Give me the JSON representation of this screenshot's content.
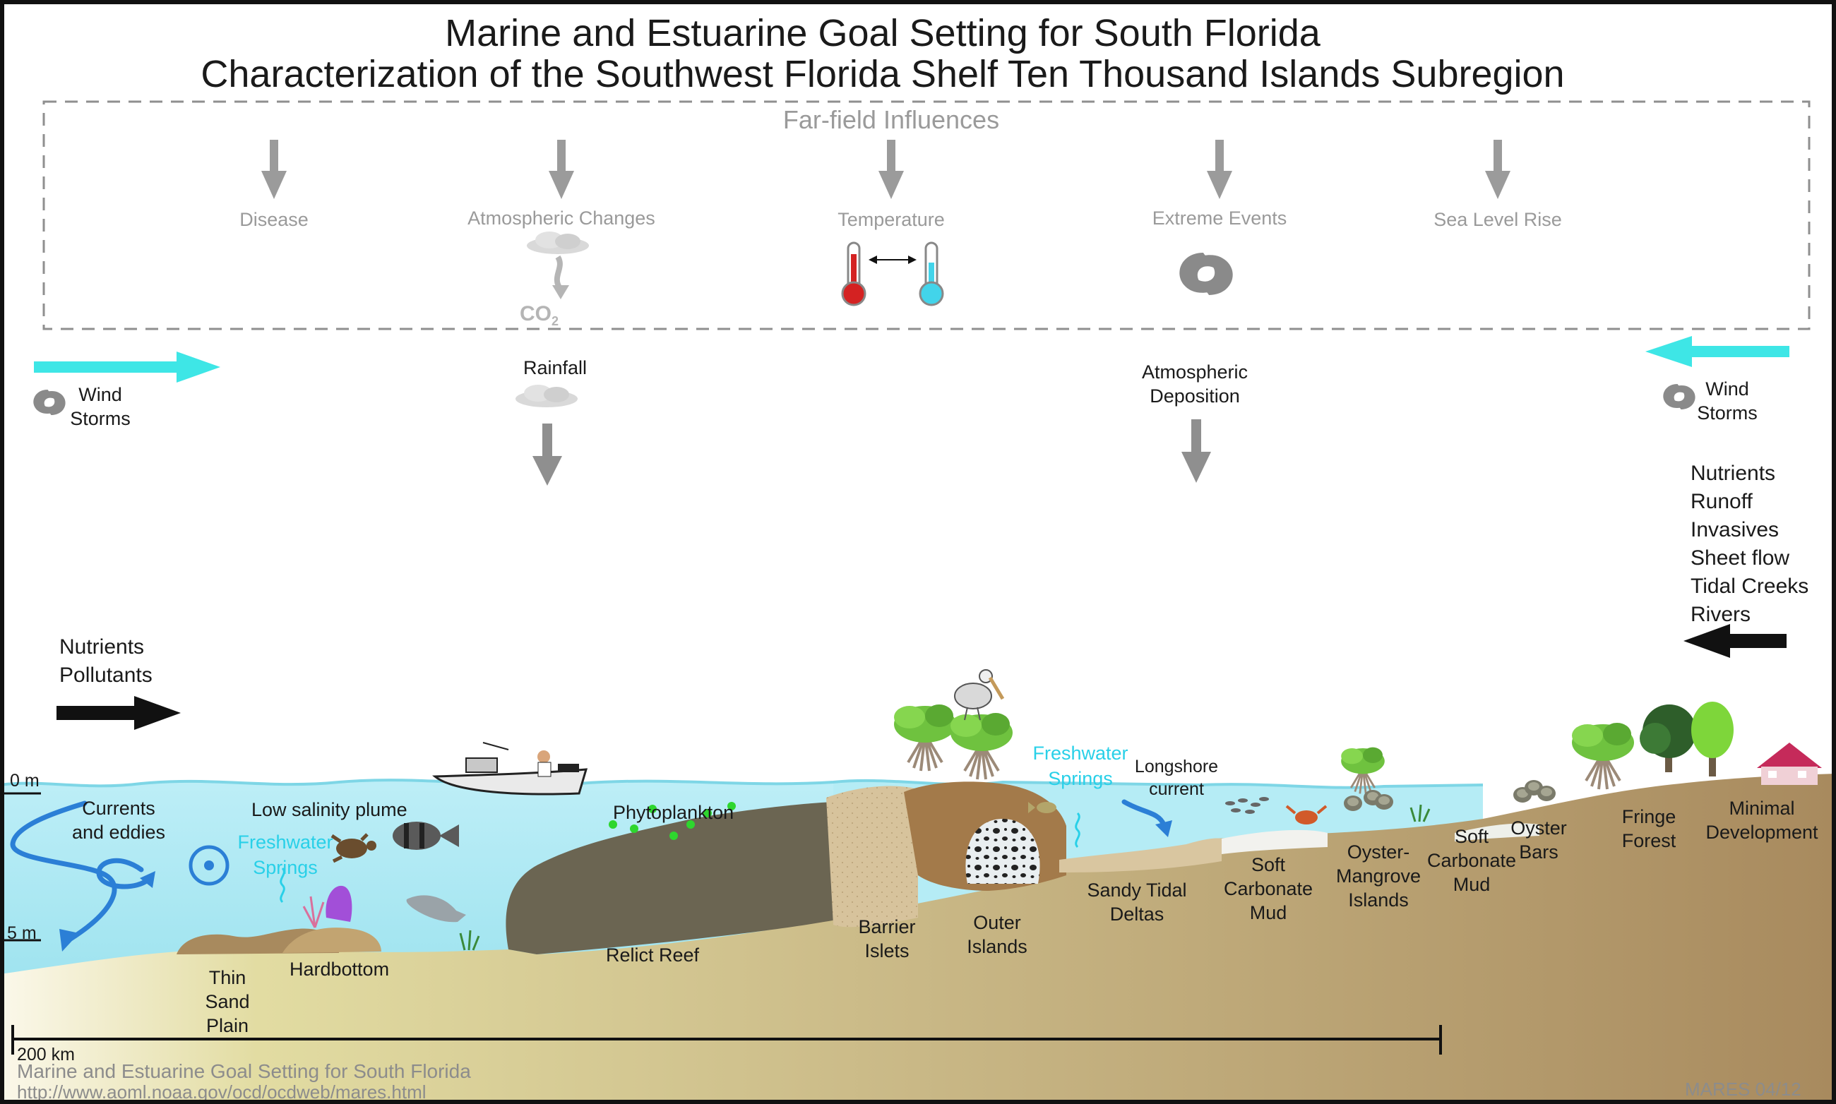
{
  "title": {
    "line1": "Marine and Estuarine Goal Setting for South Florida",
    "line2": "Characterization of the Southwest Florida Shelf Ten Thousand Islands Subregion"
  },
  "far_field": {
    "heading": "Far-field Influences",
    "items": [
      "Disease",
      "Atmospheric Changes",
      "Temperature",
      "Extreme Events",
      "Sea Level Rise"
    ],
    "co2": "CO",
    "co2_sub": "2"
  },
  "forcings": {
    "rainfall": "Rainfall",
    "atmospheric_deposition": [
      "Atmospheric",
      "Deposition"
    ],
    "wind_storms_left": [
      "Wind",
      "Storms"
    ],
    "wind_storms_right": [
      "Wind",
      "Storms"
    ],
    "land_inputs": [
      "Nutrients",
      "Runoff",
      "Invasives",
      "Sheet flow",
      "Tidal Creeks",
      "Rivers"
    ],
    "ocean_inputs": [
      "Nutrients",
      "Pollutants"
    ]
  },
  "depth": {
    "surface": "0 m",
    "bottom": "5 m"
  },
  "scale_bar": "200 km",
  "water_labels": {
    "currents": [
      "Currents",
      "and eddies"
    ],
    "low_salinity": "Low salinity plume",
    "springs_offshore": [
      "Freshwater",
      "Springs"
    ],
    "phytoplankton": "Phytoplankton",
    "springs_nearshore": [
      "Freshwater",
      "Springs"
    ],
    "longshore": [
      "Longshore",
      "current"
    ]
  },
  "habitats": {
    "thin_sand_plain": [
      "Thin",
      "Sand",
      "Plain"
    ],
    "hardbottom": "Hardbottom",
    "relict_reef": "Relict Reef",
    "barrier_islets": [
      "Barrier",
      "Islets"
    ],
    "outer_islands": [
      "Outer",
      "Islands"
    ],
    "sandy_tidal_deltas": [
      "Sandy Tidal",
      "Deltas"
    ],
    "soft_carbonate_mud_1": [
      "Soft",
      "Carbonate",
      "Mud"
    ],
    "oyster_mangrove_islands": [
      "Oyster-",
      "Mangrove",
      "Islands"
    ],
    "soft_carbonate_mud_2": [
      "Soft",
      "Carbonate",
      "Mud"
    ],
    "oyster_bars": [
      "Oyster",
      "Bars"
    ],
    "fringe_forest": [
      "Fringe",
      "Forest"
    ],
    "minimal_development": [
      "Minimal",
      "Development"
    ]
  },
  "footer": {
    "credit": "Marine and Estuarine Goal Setting for South Florida",
    "url": "http://www.aoml.noaa.gov/ocd/ocdweb/mares.html",
    "stamp": "MARES 04/12"
  },
  "colors": {
    "water": "#a6e8f2",
    "sediment": "#b09a6c",
    "relict_reef": "#6b6552",
    "barrier_sand": "#d9c6a0",
    "outer_island": "#a37a4a",
    "mangrove": "#6fc23f",
    "arrow_gray": "#9b9b9b",
    "current_blue": "#2b7fd6",
    "wind_cyan": "#3ee6e6",
    "springs_cyan": "#29d0e8",
    "phytoplankton": "#2ed62e"
  },
  "icons": [
    "cloud-icon",
    "co2-arrow-icon",
    "thermometer-hot-icon",
    "thermometer-cold-icon",
    "hurricane-icon",
    "boat-icon",
    "fish-icon",
    "sea-turtle-icon",
    "manatee-icon",
    "pelican-icon",
    "crab-icon",
    "oyster-icon",
    "mangrove-icon",
    "tree-icon",
    "house-icon",
    "coral-icon",
    "sponge-icon",
    "seagrass-icon"
  ]
}
